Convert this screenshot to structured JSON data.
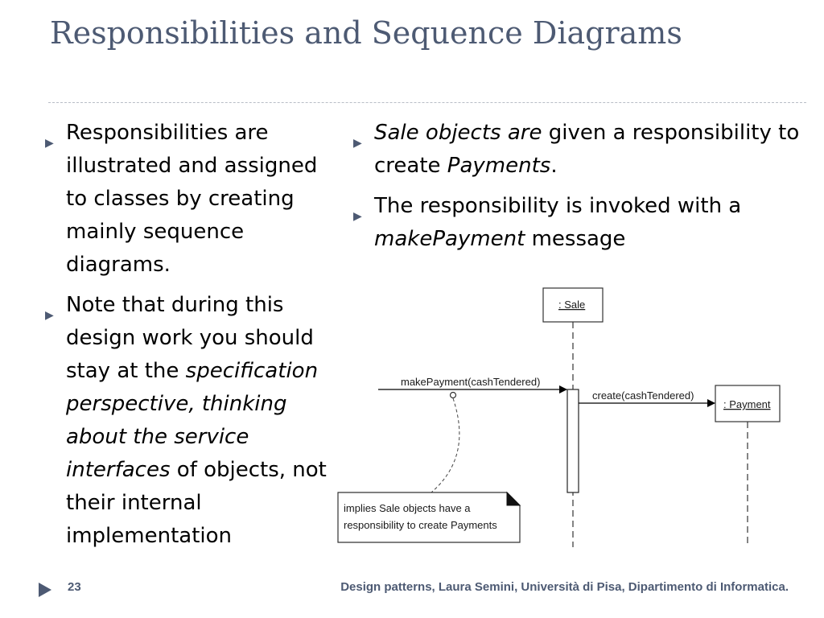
{
  "slide": {
    "title": "Responsibilities and Sequence Diagrams",
    "page_number": "23",
    "footer": "Design patterns, Laura Semini, Università di Pisa, Dipartimento di Informatica."
  },
  "left_bullets": {
    "b1": "Responsibilities are illustrated and assigned to classes by creating mainly sequence diagrams.",
    "b2_a": "Note that during this design work you should stay at the ",
    "b2_b": "specification perspective, thinking about the service interfaces",
    "b2_c": " of objects, not their internal implementation"
  },
  "right_bullets": {
    "b1_a": "Sale objects are",
    "b1_b": " given a responsibility to create ",
    "b1_c": "Payments",
    "b1_d": ".",
    "b2_a": "The responsibility is invoked with a ",
    "b2_b": "makePayment",
    "b2_c": " message"
  },
  "diagram": {
    "sale_object": ": Sale",
    "payment_object": ": Payment",
    "message_in": "makePayment(cashTendered)",
    "message_create": "create(cashTendered)",
    "note_line1": "implies Sale objects have a",
    "note_line2": "responsibility to create Payments"
  },
  "colors": {
    "title": "#4d5a73",
    "bullet": "#4d5a73"
  }
}
